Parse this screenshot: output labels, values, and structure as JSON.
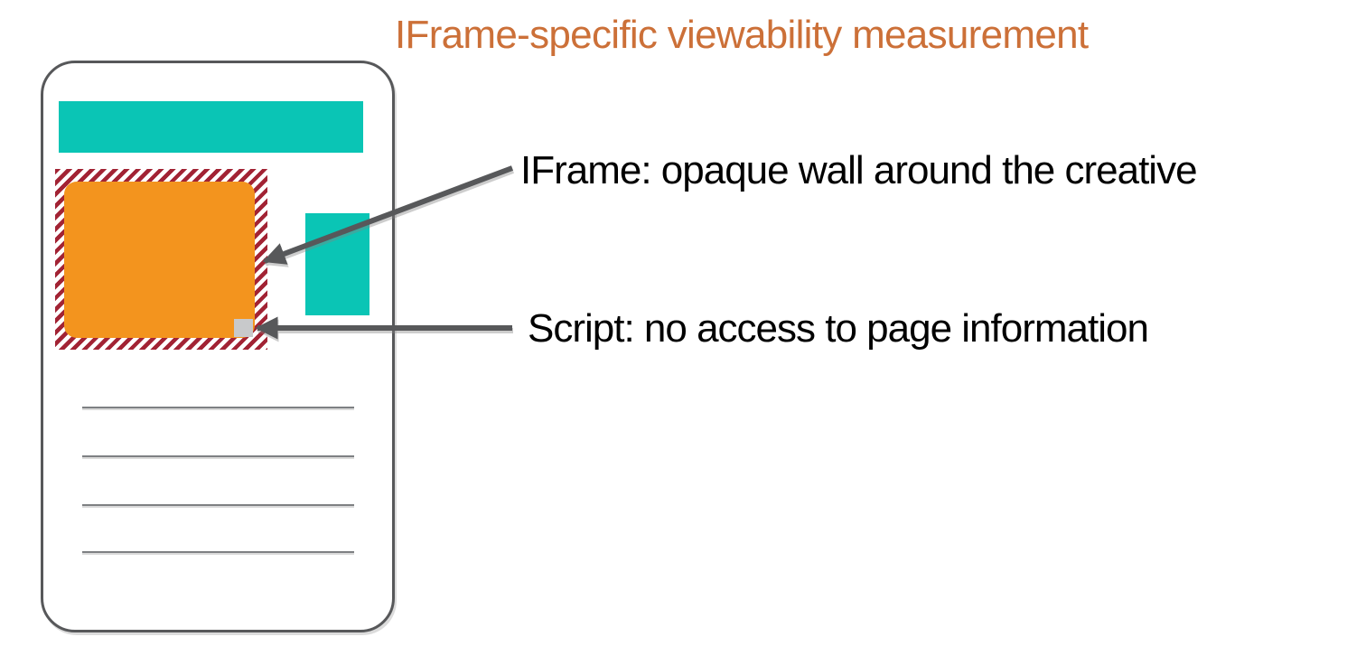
{
  "title": "IFrame-specific viewability measurement",
  "annotations": {
    "iframe": "IFrame: opaque wall around the creative",
    "script": "Script: no access to page information"
  },
  "colors": {
    "background": "#FFFFFF",
    "title-orange": "#CC7038",
    "teal": "#0AC5B5",
    "creative-orange": "#F3941E",
    "stripe-red": "#A22334",
    "script-gray": "#C8C9CB",
    "line-gray": "#7E8083",
    "arrow-gray": "#57585A",
    "text-black": "#000000"
  }
}
